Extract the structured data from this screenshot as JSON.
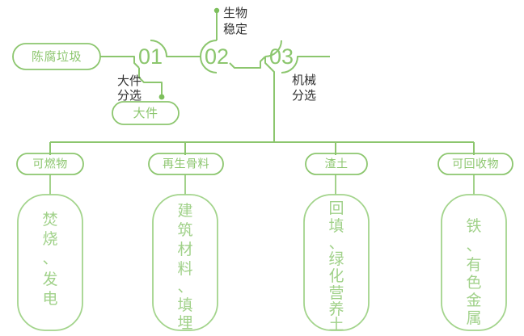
{
  "diagram": {
    "title_node": {
      "label": "陈腐垃圾"
    },
    "stages": [
      {
        "number": "01",
        "process_label": "大件\n分选",
        "process_label_lines": [
          "大件",
          "分选"
        ],
        "output": {
          "label": "大件"
        }
      },
      {
        "number": "02",
        "process_label_lines": [
          "生物",
          "稳定"
        ],
        "output": null
      },
      {
        "number": "03",
        "process_label_lines": [
          "机械",
          "分选"
        ],
        "output": null
      }
    ],
    "branches": [
      {
        "category": "可燃物",
        "use_lines": [
          "焚",
          "烧",
          "、",
          "发",
          "电"
        ],
        "use": "焚烧、发电"
      },
      {
        "category": "再生骨料",
        "use_lines": [
          "建",
          "筑",
          "材",
          "料",
          "、",
          "填",
          "埋"
        ],
        "use": "建筑材料、填埋"
      },
      {
        "category": "渣土",
        "use_lines": [
          "回",
          "填",
          "、",
          "绿",
          "化",
          "营",
          "养",
          "土"
        ],
        "use": "回填、绿化营养土"
      },
      {
        "category": "可回收物",
        "use_lines": [
          "铁",
          "、",
          "有",
          "色",
          "金",
          "属"
        ],
        "use": "铁、有色金属"
      }
    ],
    "colors": {
      "line_green": "#8cc66e",
      "pale_green": "#a3d48c",
      "text_dark": "#2f2f2f",
      "background": "#ffffff"
    }
  }
}
